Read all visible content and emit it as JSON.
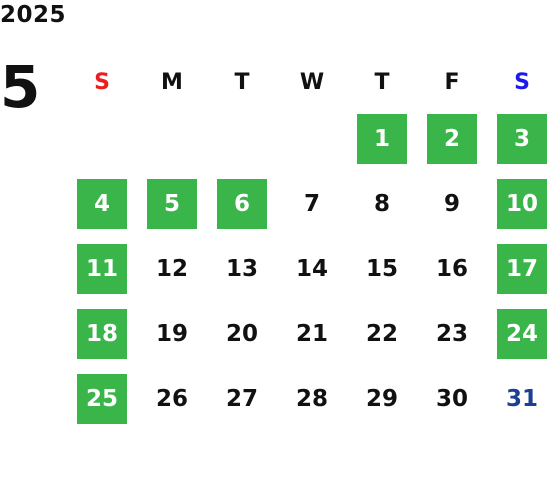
{
  "year": "2025",
  "month": "5",
  "weekdays": [
    "S",
    "M",
    "T",
    "W",
    "T",
    "F",
    "S"
  ],
  "colors": {
    "holiday_bg": "#3ab54a",
    "sunday_header": "#ee1c1c",
    "saturday_header": "#1a1aee",
    "weekday_text": "#111111",
    "highlight_blue_text": "#1c3f94"
  },
  "weeks": [
    [
      null,
      null,
      null,
      null,
      {
        "day": "1",
        "holiday": true
      },
      {
        "day": "2",
        "holiday": true
      },
      {
        "day": "3",
        "holiday": true
      }
    ],
    [
      {
        "day": "4",
        "holiday": true
      },
      {
        "day": "5",
        "holiday": true
      },
      {
        "day": "6",
        "holiday": true
      },
      {
        "day": "7"
      },
      {
        "day": "8"
      },
      {
        "day": "9"
      },
      {
        "day": "10",
        "holiday": true
      }
    ],
    [
      {
        "day": "11",
        "holiday": true
      },
      {
        "day": "12"
      },
      {
        "day": "13"
      },
      {
        "day": "14"
      },
      {
        "day": "15"
      },
      {
        "day": "16"
      },
      {
        "day": "17",
        "holiday": true
      }
    ],
    [
      {
        "day": "18",
        "holiday": true
      },
      {
        "day": "19"
      },
      {
        "day": "20"
      },
      {
        "day": "21"
      },
      {
        "day": "22"
      },
      {
        "day": "23"
      },
      {
        "day": "24",
        "holiday": true
      }
    ],
    [
      {
        "day": "25",
        "holiday": true
      },
      {
        "day": "26"
      },
      {
        "day": "27"
      },
      {
        "day": "28"
      },
      {
        "day": "29"
      },
      {
        "day": "30"
      },
      {
        "day": "31",
        "blue": true
      }
    ]
  ]
}
